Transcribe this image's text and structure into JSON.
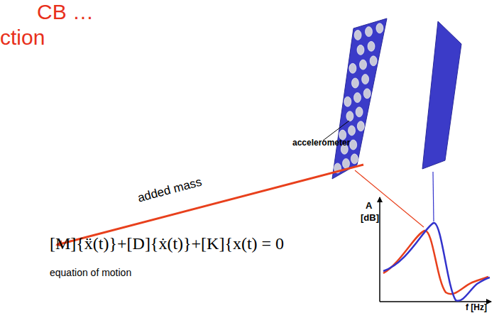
{
  "diagram": {
    "labels": [
      "CB …",
      "ction",
      "accelerometer",
      "added mass",
      "[M]{ẍ(t)}+[D]{ẋ(t)}+[K]{x(t) = 0",
      "equation of motion",
      "A",
      "[dB]",
      "f [Hz]"
    ]
  }
}
